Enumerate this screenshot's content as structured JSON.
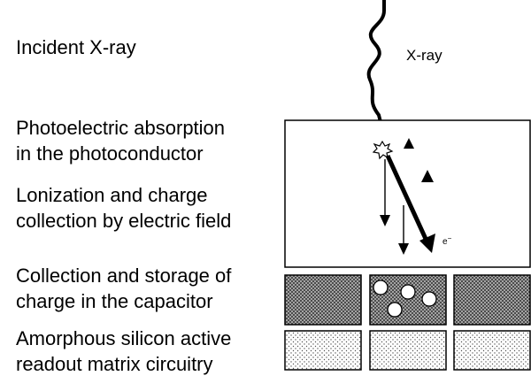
{
  "labels": {
    "incident": "Incident X-ray",
    "photoelectric": "Photoelectric absorption\nin the photoconductor",
    "ionization": "Lonization and charge\ncollection by electric field",
    "collection": "Collection and storage of\ncharge in the capacitor",
    "readout": "Amorphous silicon active\nreadout matrix circuitry"
  },
  "diagram": {
    "xray_label": "X-ray",
    "electron_label": "e",
    "electron_sup": "−"
  }
}
